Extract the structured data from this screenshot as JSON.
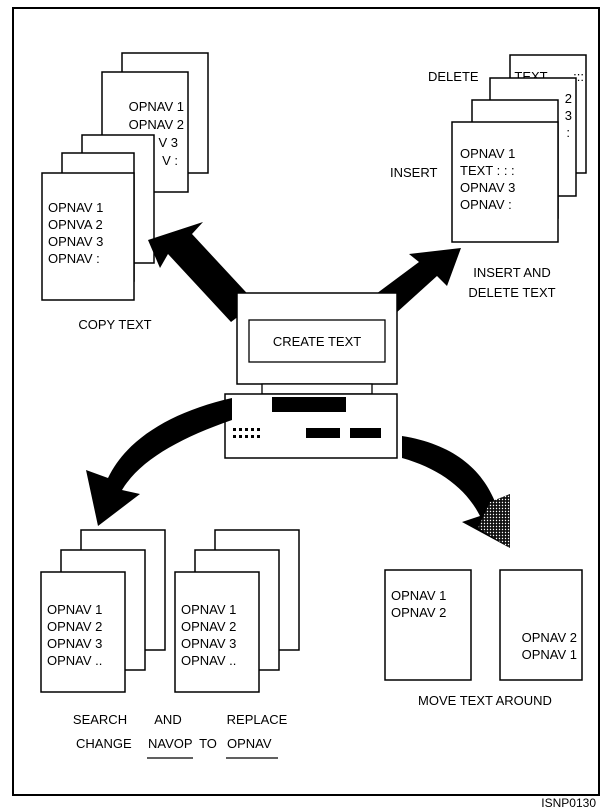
{
  "center": {
    "screen_text": "CREATE TEXT"
  },
  "copy": {
    "back_lines": [
      "OPNAV 1",
      "OPNAV 2",
      "V 3",
      "V :"
    ],
    "front_lines": [
      "OPNAV 1",
      "OPNVA 2",
      "OPNAV 3",
      "OPNAV :"
    ],
    "caption": "COPY TEXT"
  },
  "insert_delete": {
    "delete_label": "DELETE",
    "delete_text": "TEXT",
    "delete_marks": ":::",
    "mid_lines": [
      "2",
      "3",
      ":"
    ],
    "insert_label": "INSERT",
    "front_lines": [
      "OPNAV 1",
      "TEXT : : :",
      "OPNAV 3",
      "OPNAV :"
    ],
    "caption_line1": "INSERT AND",
    "caption_line2": "DELETE TEXT"
  },
  "search_replace": {
    "left_lines": [
      "OPNAV 1",
      "OPNAV 2",
      "OPNAV 3",
      "OPNAV .."
    ],
    "right_lines": [
      "OPNAV 1",
      "OPNAV 2",
      "OPNAV 3",
      "OPNAV .."
    ],
    "caption_search": "SEARCH",
    "caption_and": "AND",
    "caption_replace": "REPLACE",
    "caption_change": "CHANGE",
    "from_word": "NAVOP",
    "caption_to": "TO",
    "to_word": "OPNAV"
  },
  "move": {
    "left_lines": [
      "OPNAV 1",
      "OPNAV 2"
    ],
    "right_lines": [
      "OPNAV 2",
      "OPNAV 1"
    ],
    "caption": "MOVE TEXT AROUND"
  },
  "figure_code": "ISNP0130"
}
